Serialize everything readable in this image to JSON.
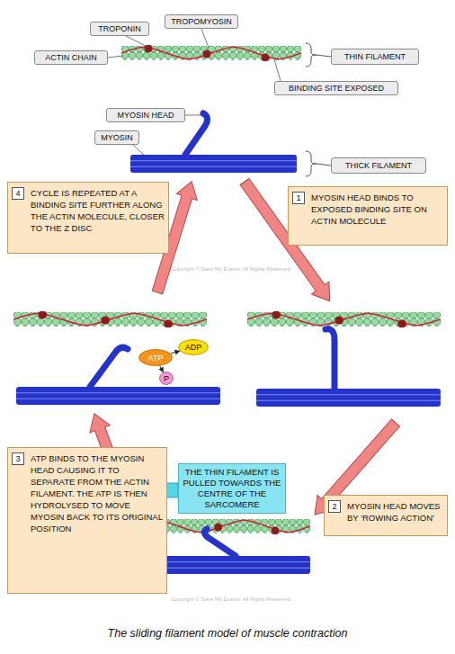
{
  "diagram": {
    "caption": "The sliding filament model of muscle contraction",
    "nodes": [
      {
        "text": [
          "TROPONIN"
        ]
      },
      {
        "text": [
          "TROPOMYOSIN"
        ]
      },
      {
        "text": [
          "ACTIN CHAIN"
        ]
      },
      {
        "text": [
          "THIN FILAMENT"
        ]
      },
      {
        "text": [
          "BINDING SITE EXPOSED"
        ]
      },
      {
        "text": [
          "MYOSIN HEAD"
        ]
      },
      {
        "text": [
          "MYOSIN"
        ]
      },
      {
        "text": [
          "THICK FILAMENT"
        ]
      },
      {
        "text": [
          "CYCLE IS REPEATED AT A BINDING SITE FURTHER ALONG THE ACTIN MOLECULE, CLOSER TO THE Z DISC"
        ]
      },
      {
        "text": [
          "4"
        ],
        "in": 8
      },
      {
        "text": [
          "MYOSIN HEAD BINDS TO EXPOSED BINDING SITE ON ACTIN MOLECULE"
        ]
      },
      {
        "text": [
          "1"
        ],
        "in": 10
      },
      {
        "text": [
          "ATP"
        ]
      },
      {
        "text": [
          "ADP"
        ]
      },
      {
        "text": [
          "P"
        ]
      },
      {
        "text": [
          "ATP BINDS TO THE MYOSIN HEAD CAUSING IT TO SEPARATE FROM THE ACTIN FILAMENT. THE ATP IS THEN HYDROLYSED TO MOVE MYOSIN BACK TO ITS ORIGINAL POSITION"
        ]
      },
      {
        "text": [
          "3"
        ],
        "in": 15
      },
      {
        "text": [
          "THE THIN FILAMENT IS PULLED TOWARDS THE CENTRE OF THE SARCOMERE"
        ]
      },
      {
        "text": [
          "MYOSIN HEAD MOVES BY 'ROWING ACTION'"
        ]
      },
      {
        "text": [
          "2"
        ],
        "in": 18
      }
    ],
    "edges": [
      {
        "from": 12,
        "to": 13,
        "arrow": "to"
      },
      {
        "from": 12,
        "to": 14,
        "arrow": "to"
      }
    ],
    "labels": [
      "Copyright © Save My Exams. All Rights Reserved",
      "Copyright © Save My Exams. All Rights Reserved"
    ]
  }
}
